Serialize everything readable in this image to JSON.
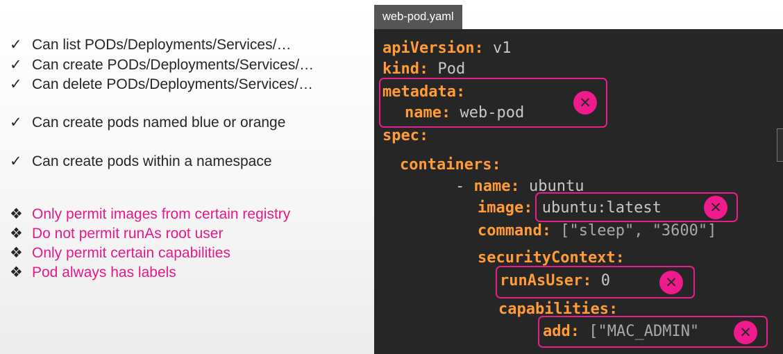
{
  "permissions": {
    "check_mark": "✓",
    "items": [
      "Can list PODs/Deployments/Services/…",
      "Can create PODs/Deployments/Services/…",
      "Can delete PODs/Deployments/Services/…",
      "Can create pods named blue or orange",
      "Can create pods within a namespace"
    ]
  },
  "policies": {
    "bullet_mark": "❖",
    "items": [
      "Only permit images from certain registry",
      "Do not permit runAs root user",
      "Only permit certain capabilities",
      "Pod always has labels"
    ]
  },
  "editor": {
    "tab_title": "web-pod.yaml",
    "close_glyph": "✕",
    "yaml": {
      "apiVersion_key": "apiVersion:",
      "apiVersion_val": "v1",
      "kind_key": "kind:",
      "kind_val": "Pod",
      "metadata_key": "metadata:",
      "meta_name_key": "name:",
      "meta_name_val": "web-pod",
      "spec_key": "spec:",
      "containers_key": "containers:",
      "dash": "-",
      "container_name_key": "name:",
      "container_name_val": "ubuntu",
      "image_key": "image:",
      "image_val": "ubuntu:latest",
      "command_key": "command:",
      "command_open": "[",
      "command_arg1": "\"sleep\"",
      "command_sep": ",",
      "command_arg2": "\"3600\"",
      "command_close": "]",
      "securityContext_key": "securityContext:",
      "runAsUser_key": "runAsUser:",
      "runAsUser_val": "0",
      "capabilities_key": "capabilities:",
      "add_key": "add:",
      "add_open": "[",
      "add_val": "\"MAC_ADMIN\""
    }
  },
  "colors": {
    "editor_bg": "#262626",
    "yaml_key": "#ff9c38",
    "highlight": "#e81e8c",
    "policy_text": "#e5198a"
  }
}
